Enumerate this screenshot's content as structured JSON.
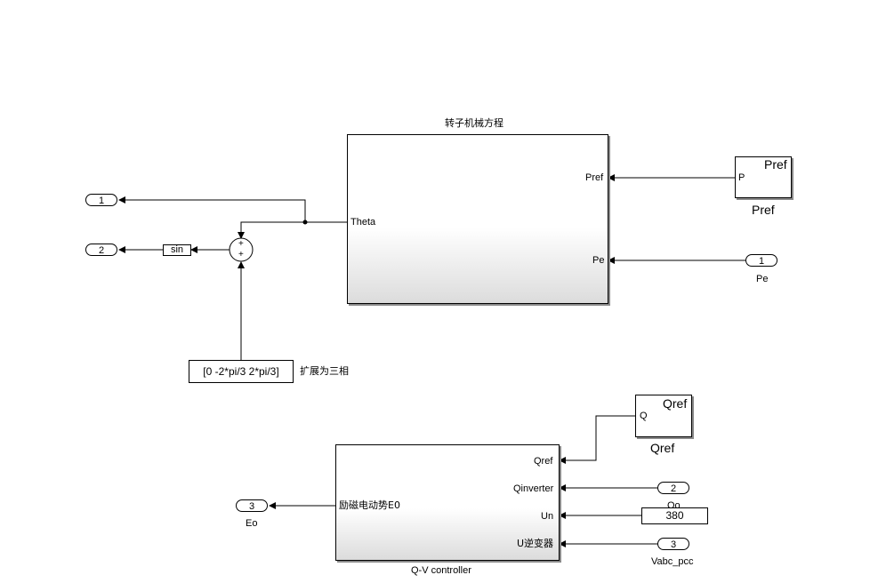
{
  "rotor": {
    "title": "转子机械方程",
    "theta_port": "Theta",
    "pref_port": "Pref",
    "pe_port": "Pe"
  },
  "pref_block": {
    "port": "P",
    "title": "Pref",
    "label": "Pref"
  },
  "pe_inport": {
    "num": "1",
    "label": "Pe"
  },
  "out1": {
    "num": "1"
  },
  "out2": {
    "num": "2"
  },
  "sin_block": {
    "label": "sin"
  },
  "sum_block": {
    "sign_top": "+",
    "sign_bottom": "+"
  },
  "const_phase": {
    "value": "[0 -2*pi/3 2*pi/3]",
    "annotation": "扩展为三相"
  },
  "qref_block": {
    "port": "Q",
    "title": "Qref",
    "label": "Qref"
  },
  "qv": {
    "label": "Q-V controller",
    "qref_port": "Qref",
    "qinverter_port": "Qinverter",
    "un_port": "Un",
    "uinv_port": "U逆变器",
    "e0_port": "励磁电动势E0"
  },
  "qo_inport": {
    "num": "2",
    "label": "Qo"
  },
  "const380": {
    "value": "380"
  },
  "vabc_inport": {
    "num": "3",
    "label": "Vabc_pcc"
  },
  "eo_outport": {
    "num": "3",
    "label": "Eo"
  }
}
